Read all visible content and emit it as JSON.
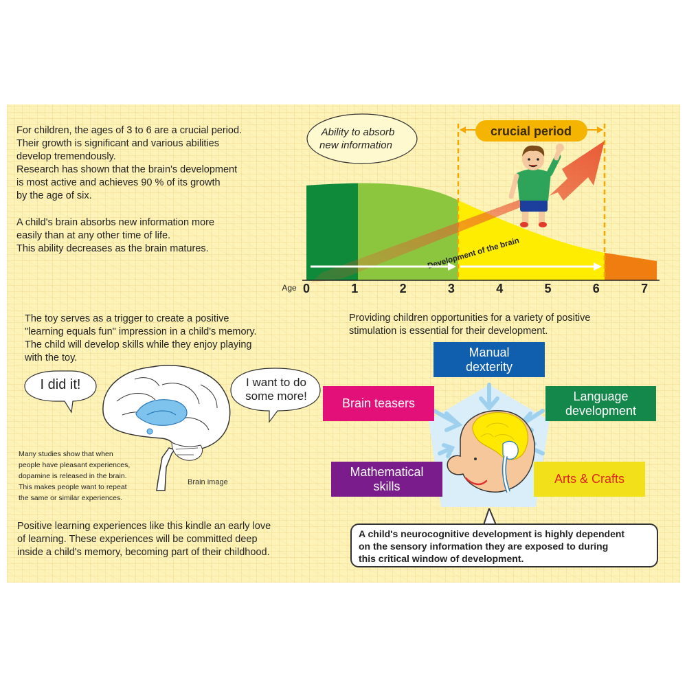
{
  "intro": {
    "p1": "For children, the ages of 3 to 6 are a crucial period.\nTheir growth is significant  and various abilities\ndevelop tremendously.\nResearch has shown that the brain's development\n is most active and achieves 90 % of its growth\nby the age of six.",
    "p2": "A child's brain absorbs new information more\neasily than at any other time of life.\nThis ability decreases as the brain matures."
  },
  "chart": {
    "bubble_label": "Ability to absorb\nnew information",
    "crucial_label": "crucial period",
    "arrow_label": "Development of the brain",
    "age_label": "Age",
    "ages": [
      "0",
      "1",
      "2",
      "3",
      "4",
      "5",
      "6",
      "7"
    ]
  },
  "toy": {
    "text": "The toy serves as a trigger to create a positive\n\"learning equals fun\" impression in a child's memory.\nThe child will develop skills while they enjoy playing\nwith the toy.",
    "speech_left": "I did it!",
    "speech_right": "I want to do\nsome more!",
    "dopamine_note": "Many studies show that when\npeople have pleasant experiences,\ndopamine is released in the brain.\nThis makes people want to repeat\nthe same or similar  experiences.",
    "brain_caption": "Brain image",
    "bottom_text": "Positive learning experiences like this kindle an early love\nof learning. These experiences will be committed deep\ninside a child's memory, becoming part of their childhood."
  },
  "stimulation": {
    "text": "Providing children opportunities for a variety of positive\nstimulation is essential for their development.",
    "skills": [
      {
        "label": "Manual\ndexterity",
        "color": "#0f5fae"
      },
      {
        "label": "Brain teasers",
        "color": "#e4107a"
      },
      {
        "label": "Language\ndevelopment",
        "color": "#14874a"
      },
      {
        "label": "Mathematical\nskills",
        "color": "#7b1c8c"
      },
      {
        "label": "Arts & Crafts",
        "color": "#f2e01b",
        "text_color": "#e0241f"
      }
    ],
    "callout": "A child's neurocognitive development is highly dependent\non the sensory information they are exposed to during\nthis critical window of development."
  },
  "colors": {
    "panel": "#fdf3b8",
    "dark_green": "#0f8a3a",
    "light_green": "#8cc63f",
    "yellow": "#ffed00",
    "orange": "#ef7d10",
    "crucial_badge": "#f4b400",
    "arrow": "#e8522f"
  }
}
